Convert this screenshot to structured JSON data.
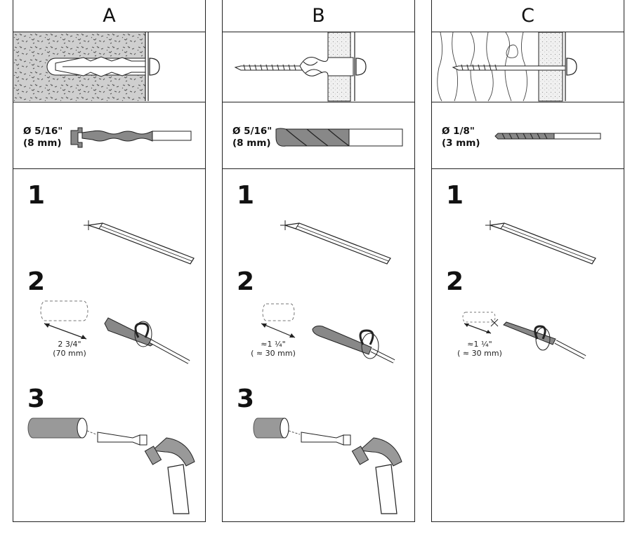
{
  "columns": [
    {
      "id": "a",
      "header": "A",
      "bit_size_in": "Ø 5/16\"",
      "bit_size_mm": "(8 mm)",
      "steps": [
        "1",
        "2",
        "3"
      ],
      "depth_in": "2 3/4\"",
      "depth_mm": "(70 mm)"
    },
    {
      "id": "b",
      "header": "B",
      "bit_size_in": "Ø 5/16\"",
      "bit_size_mm": "(8 mm)",
      "steps": [
        "1",
        "2",
        "3"
      ],
      "depth_in": "≈1 ¼\"",
      "depth_mm": "( ≈ 30 mm)"
    },
    {
      "id": "c",
      "header": "C",
      "bit_size_in": "Ø 1/8\"",
      "bit_size_mm": "(3 mm)",
      "steps": [
        "1",
        "2"
      ],
      "depth_in": "≈1 ¼\"",
      "depth_mm": "( ≈ 30 mm)"
    }
  ]
}
